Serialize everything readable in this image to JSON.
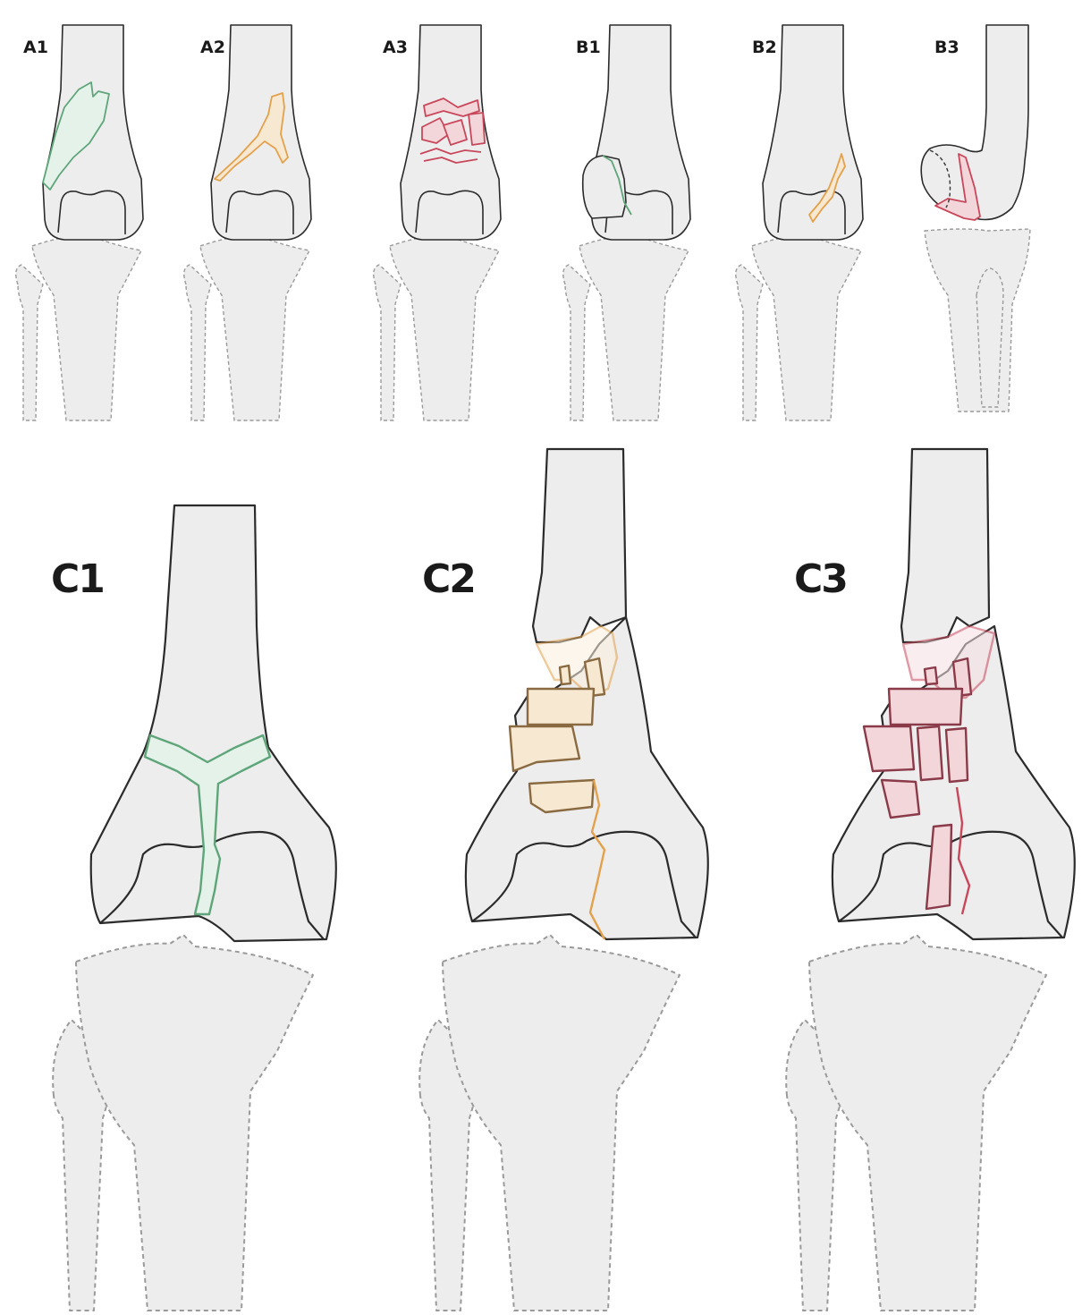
{
  "figure": {
    "panels": [
      {
        "key": "a1",
        "label": "A1"
      },
      {
        "key": "a2",
        "label": "A2"
      },
      {
        "key": "a3",
        "label": "A3"
      },
      {
        "key": "b1",
        "label": "B1"
      },
      {
        "key": "b2",
        "label": "B2"
      },
      {
        "key": "b3",
        "label": "B3"
      },
      {
        "key": "c1",
        "label": "C1"
      },
      {
        "key": "c2",
        "label": "C2"
      },
      {
        "key": "c3",
        "label": "C3"
      }
    ],
    "colors": {
      "bone_fill": "#ededed",
      "bone_outline": "#2b2b2b",
      "tibia_outline": "#9a9a9a",
      "fracture_green": "#5fa57a",
      "fracture_orange": "#e3a14c",
      "fracture_red": "#c8475a"
    }
  }
}
